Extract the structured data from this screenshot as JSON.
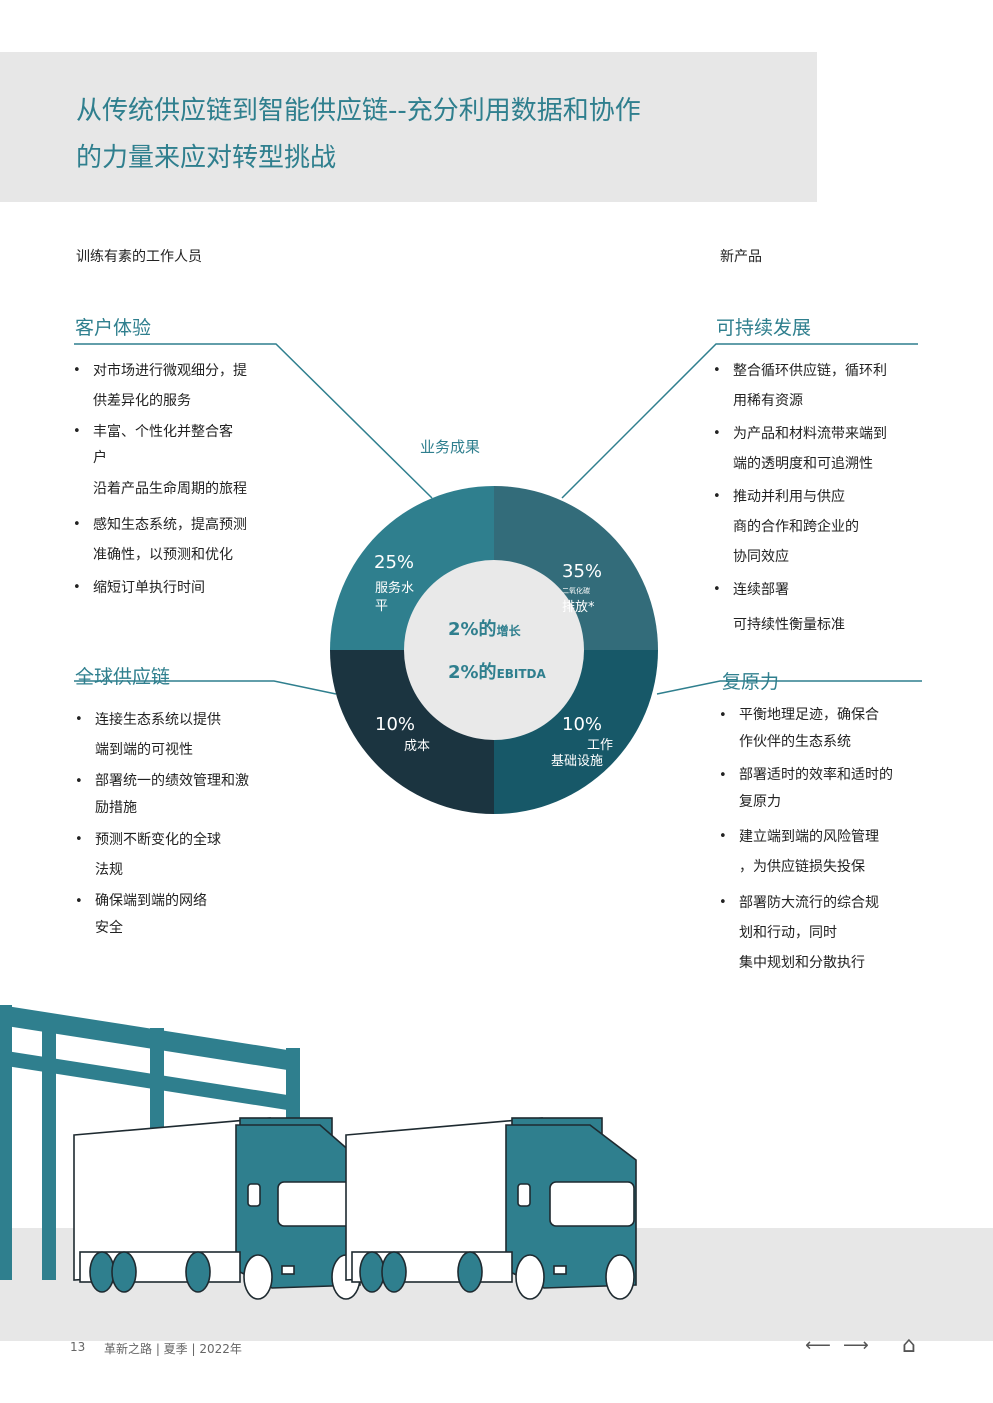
{
  "header": {
    "title_line1": "从传统供应链到智能供应链--充分利用数据和协作",
    "title_line2": "的力量来应对转型挑战"
  },
  "top_labels": {
    "left": "训练有素的工作人员",
    "right": "新产品"
  },
  "sections": {
    "customer": {
      "heading": "客户体验",
      "bullets": [
        [
          "对市场进行微观细分，提",
          "供差异化的服务"
        ],
        [
          "丰富、个性化并整合客",
          "户",
          "沿着产品生命周期的旅程"
        ],
        [
          "感知生态系统，提高预测",
          "准确性，以预测和优化"
        ],
        [
          "缩短订单执行时间"
        ]
      ]
    },
    "sustainability": {
      "heading": "可持续发展",
      "bullets": [
        [
          "整合循环供应链，循环利",
          "用稀有资源"
        ],
        [
          "为产品和材料流带来端到",
          "端的透明度和可追溯性"
        ],
        [
          "推动并利用与供应",
          "商的合作和跨企业的",
          "协同效应"
        ],
        [
          "连续部署",
          "可持续性衡量标准"
        ]
      ]
    },
    "global": {
      "heading": "全球供应链",
      "bullets": [
        [
          "连接生态系统以提供",
          "端到端的可视性"
        ],
        [
          "部署统一的绩效管理和激",
          "励措施"
        ],
        [
          "预测不断变化的全球",
          "法规"
        ],
        [
          "确保端到端的网络",
          "安全"
        ]
      ]
    },
    "resilience": {
      "heading": "复原力",
      "bullets": [
        [
          "平衡地理足迹，确保合",
          "作伙伴的生态系统"
        ],
        [
          "部署适时的效率和适时的",
          "复原力"
        ],
        [
          "建立端到端的风险管理",
          "，为供应链损失投保"
        ],
        [
          "部署防大流行的综合规",
          "划和行动，同时",
          "集中规划和分散执行"
        ]
      ]
    }
  },
  "chart_data": {
    "type": "pie",
    "title": "业务成果",
    "center_lines": [
      {
        "big": "2%的",
        "small": "增长"
      },
      {
        "big": "2%的",
        "small": "EBITDA"
      }
    ],
    "slices": [
      {
        "value_label": "25%",
        "label_lines": [
          "服务水",
          "平"
        ],
        "color": "#2f7f8e"
      },
      {
        "value_label": "35%",
        "label_small": "二氧化碳",
        "label_lines": [
          "排放*"
        ],
        "color": "#336c7a"
      },
      {
        "value_label": "10%",
        "label_lines": [
          "工作",
          "基础设施"
        ],
        "color": "#175868"
      },
      {
        "value_label": "10%",
        "label_lines": [
          "成本"
        ],
        "color": "#1b3440"
      }
    ]
  },
  "footer": {
    "page_number": "13",
    "publication": "革新之路 | 夏季 | 2022年",
    "prev_arrow": "⟵",
    "next_arrow": "⟶",
    "home_icon": "⌂"
  },
  "colors": {
    "accent": "#2f7f8e",
    "band_gray": "#e7e7e7",
    "truck_teal": "#2f7f8e"
  }
}
